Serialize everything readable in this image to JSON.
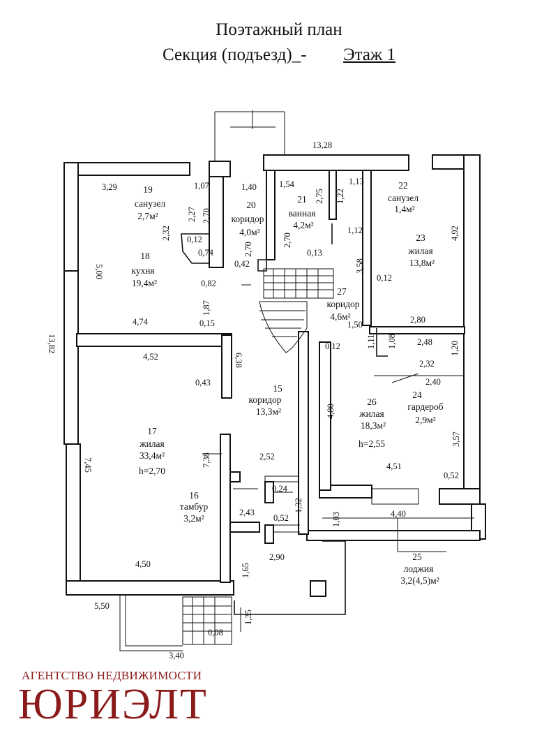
{
  "header": {
    "line1": "Поэтажный план",
    "line2_left": "Секция (подъезд)_-",
    "line2_right": "Этаж 1"
  },
  "rooms": [
    {
      "num": "15",
      "name": "коридор",
      "area": "13,3м²"
    },
    {
      "num": "16",
      "name": "тамбур",
      "area": "3,2м²"
    },
    {
      "num": "17",
      "name": "жилая",
      "area": "33,4м²",
      "height": "h=2,70"
    },
    {
      "num": "18",
      "name": "кухня",
      "area": "19,4м²"
    },
    {
      "num": "19",
      "name": "санузел",
      "area": "2,7м²"
    },
    {
      "num": "20",
      "name": "коридор",
      "area": "4,0м²"
    },
    {
      "num": "21",
      "name": "ванная",
      "area": "4,2м²"
    },
    {
      "num": "22",
      "name": "санузел",
      "area": "1,4м²"
    },
    {
      "num": "23",
      "name": "жилая",
      "area": "13,8м²"
    },
    {
      "num": "24",
      "name": "гардероб",
      "area": "2,9м²"
    },
    {
      "num": "25",
      "name": "лоджия",
      "area": "3,2(4,5)м²"
    },
    {
      "num": "26",
      "name": "жилая",
      "area": "18,3м²",
      "height": "h=2,55"
    },
    {
      "num": "27",
      "name": "коридор",
      "area": "4,6м²"
    }
  ],
  "dims": [
    "13,28",
    "3,29",
    "1,07",
    "2,27",
    "2,70",
    "2,32",
    "0,12",
    "0,74",
    "1,40",
    "1,54",
    "2,75",
    "1,22",
    "1,13",
    "5,00",
    "0,42",
    "2,70",
    "2,70",
    "0,13",
    "1,12",
    "4,92",
    "0,82",
    "1,87",
    "3,58",
    "0,12",
    "4,74",
    "0,15",
    "1,50",
    "2,80",
    "13,82",
    "1,11",
    "1,08",
    "2,48",
    "1,20",
    "0,12",
    "4,52",
    "6,38",
    "2,32",
    "0,43",
    "2,40",
    "4,80",
    "3,57",
    "7,45",
    "7,38",
    "2,52",
    "4,51",
    "0,52",
    "0,24",
    "1,32",
    "2,43",
    "0,52",
    "1,03",
    "4,40",
    "4,50",
    "2,90",
    "1,65",
    "5,50",
    "1,35",
    "0,08",
    "3,40"
  ],
  "brand": {
    "agency": "АГЕНТСТВО НЕДВИЖИМОСТИ",
    "name": "ЮРИЭЛТ"
  }
}
